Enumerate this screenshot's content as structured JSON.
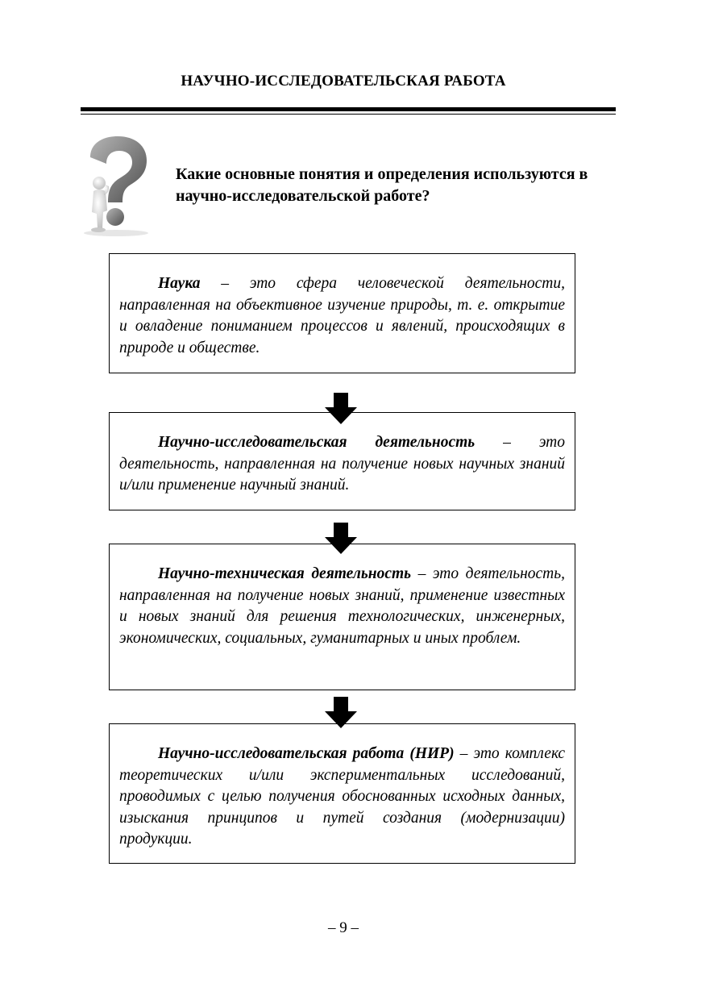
{
  "header": {
    "title": "НАУЧНО-ИССЛЕДОВАТЕЛЬСКАЯ РАБОТА"
  },
  "question": {
    "icon": "question-mark-figure-icon",
    "text": "Какие основные понятия и определения используются в научно-исследовательской работе?"
  },
  "definitions": [
    {
      "term": "Наука",
      "text": " – это сфера человеческой деятельности, направленная на объективное изучение природы, т. е. открытие и овладение пониманием процессов и явлений, происходящих в природе и обществе."
    },
    {
      "term": "Научно-исследовательская деятельность",
      "text": " – это деятельность, направленная на получение новых научных знаний и/или применение научный знаний."
    },
    {
      "term": "Научно-техническая деятельность",
      "text": " – это деятельность, направленная на получение новых знаний, применение известных и новых знаний для решения технологических, инженерных, экономических, социальных, гуманитарных и иных проблем."
    },
    {
      "term": "Научно-исследовательская работа (НИР)",
      "text": " – это комплекс теоретических и/или экспериментальных исследований, проводимых с целью получения обоснованных исходных данных, изыскания принципов и путей создания (модернизации) продукции."
    }
  ],
  "arrows": {
    "icon": "arrow-down-icon"
  },
  "footer": {
    "page_number": "– 9 –"
  }
}
